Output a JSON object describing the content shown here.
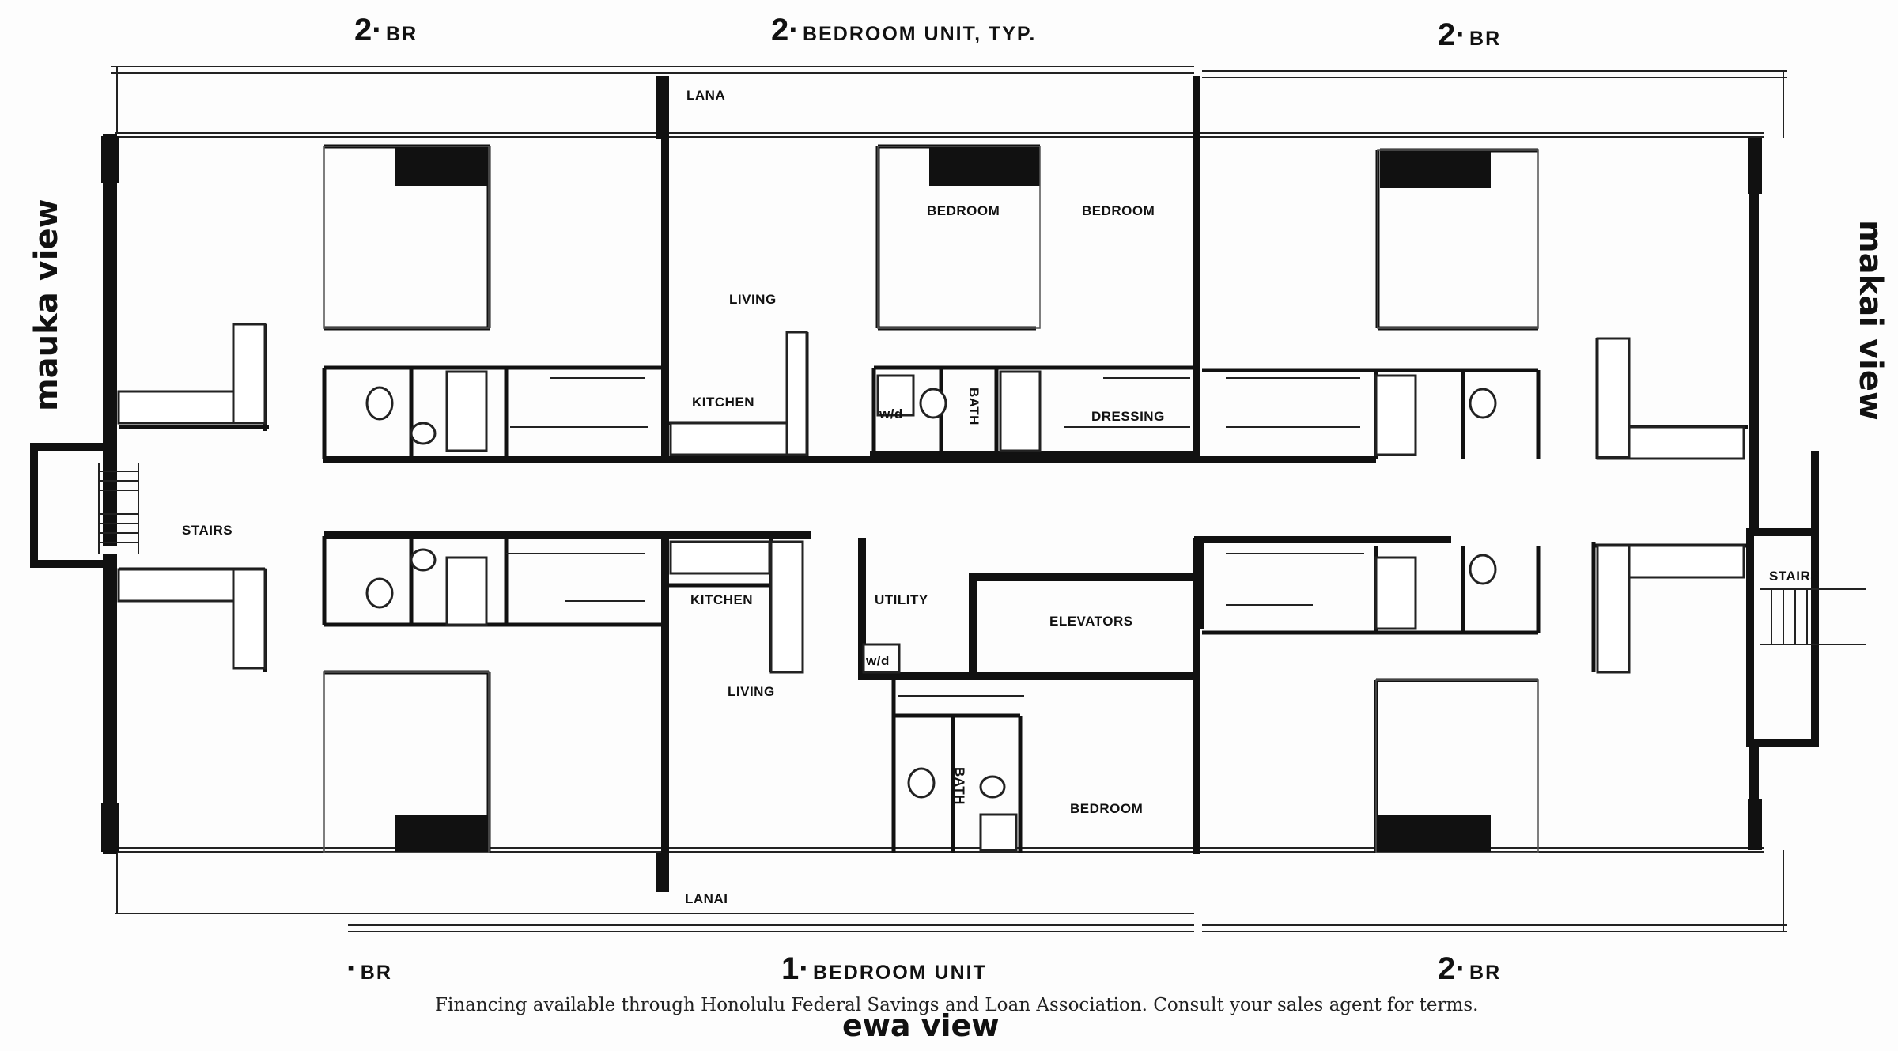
{
  "headings": {
    "top_left": {
      "num": "2·",
      "text": "BR"
    },
    "top_center": {
      "num": "2·",
      "text": "BEDROOM  UNIT, TYP."
    },
    "top_right": {
      "num": "2·",
      "text": "BR"
    },
    "bottom_left": {
      "num": "·",
      "text": "BR"
    },
    "bottom_center": {
      "num": "1·",
      "text": "BEDROOM  UNIT"
    },
    "bottom_right": {
      "num": "2·",
      "text": "BR"
    }
  },
  "views": {
    "left": "mauka view",
    "right": "makai view",
    "bottom": "ewa view"
  },
  "rooms": {
    "lanai_top": "LANA",
    "lanai_bottom": "LANAI",
    "bedroom_1": "BEDROOM",
    "bedroom_2": "BEDROOM",
    "living_top": "LIVING",
    "kitchen_top": "KITCHEN",
    "wd_top": "w/d",
    "bath_top": "BATH",
    "dressing": "DRESSING",
    "stairs_left": "STAIRS",
    "stairs_right": "STAIRS",
    "kitchen_bottom": "KITCHEN",
    "utility": "UTILITY",
    "elevators": "ELEVATORS",
    "wd_bottom": "w/d",
    "living_bottom": "LIVING",
    "bath_bottom": "BATH",
    "bedroom_bottom": "BEDROOM"
  },
  "footer": "Financing available through Honolulu Federal Savings and Loan Association. Consult your sales agent for terms."
}
